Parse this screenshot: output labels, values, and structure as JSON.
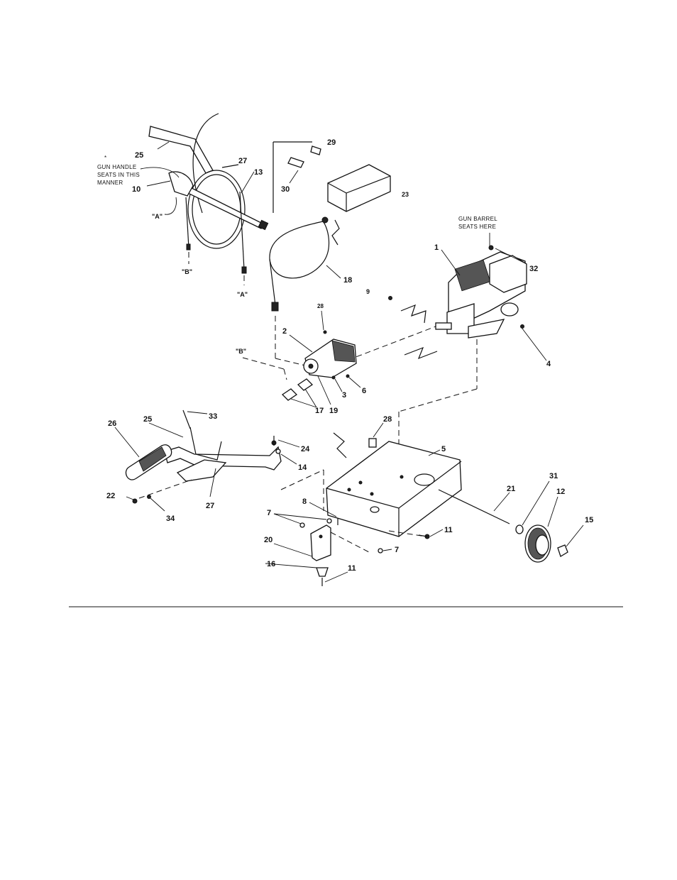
{
  "notes": {
    "gun_handle": [
      "GUN HANDLE",
      "SEATS IN THIS",
      "MANNER"
    ],
    "gun_handle_star": "*",
    "gun_barrel": [
      "GUN BARREL",
      "SEATS HERE"
    ],
    "ref_a": "\"A\"",
    "ref_b": "\"B\""
  },
  "callouts": [
    "1",
    "2",
    "3",
    "4",
    "5",
    "6",
    "7",
    "8",
    "9",
    "10",
    "11",
    "12",
    "13",
    "14",
    "15",
    "16",
    "17",
    "18",
    "19",
    "20",
    "21",
    "22",
    "23",
    "24",
    "25",
    "26",
    "27",
    "28",
    "29",
    "30",
    "31",
    "32",
    "33",
    "34"
  ]
}
